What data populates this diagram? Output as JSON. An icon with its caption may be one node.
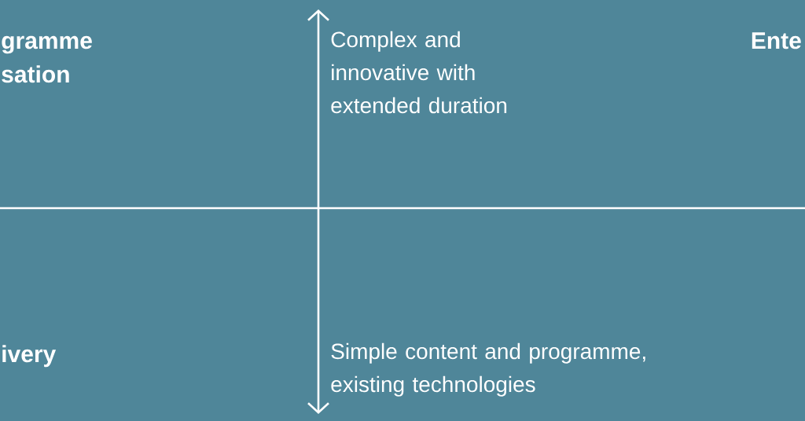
{
  "diagram": {
    "labels": [
      "gramme sation",
      "Ente",
      "Complex and innovative with extended duration",
      "ivery",
      "Simple content and programme, existing technologies"
    ]
  }
}
